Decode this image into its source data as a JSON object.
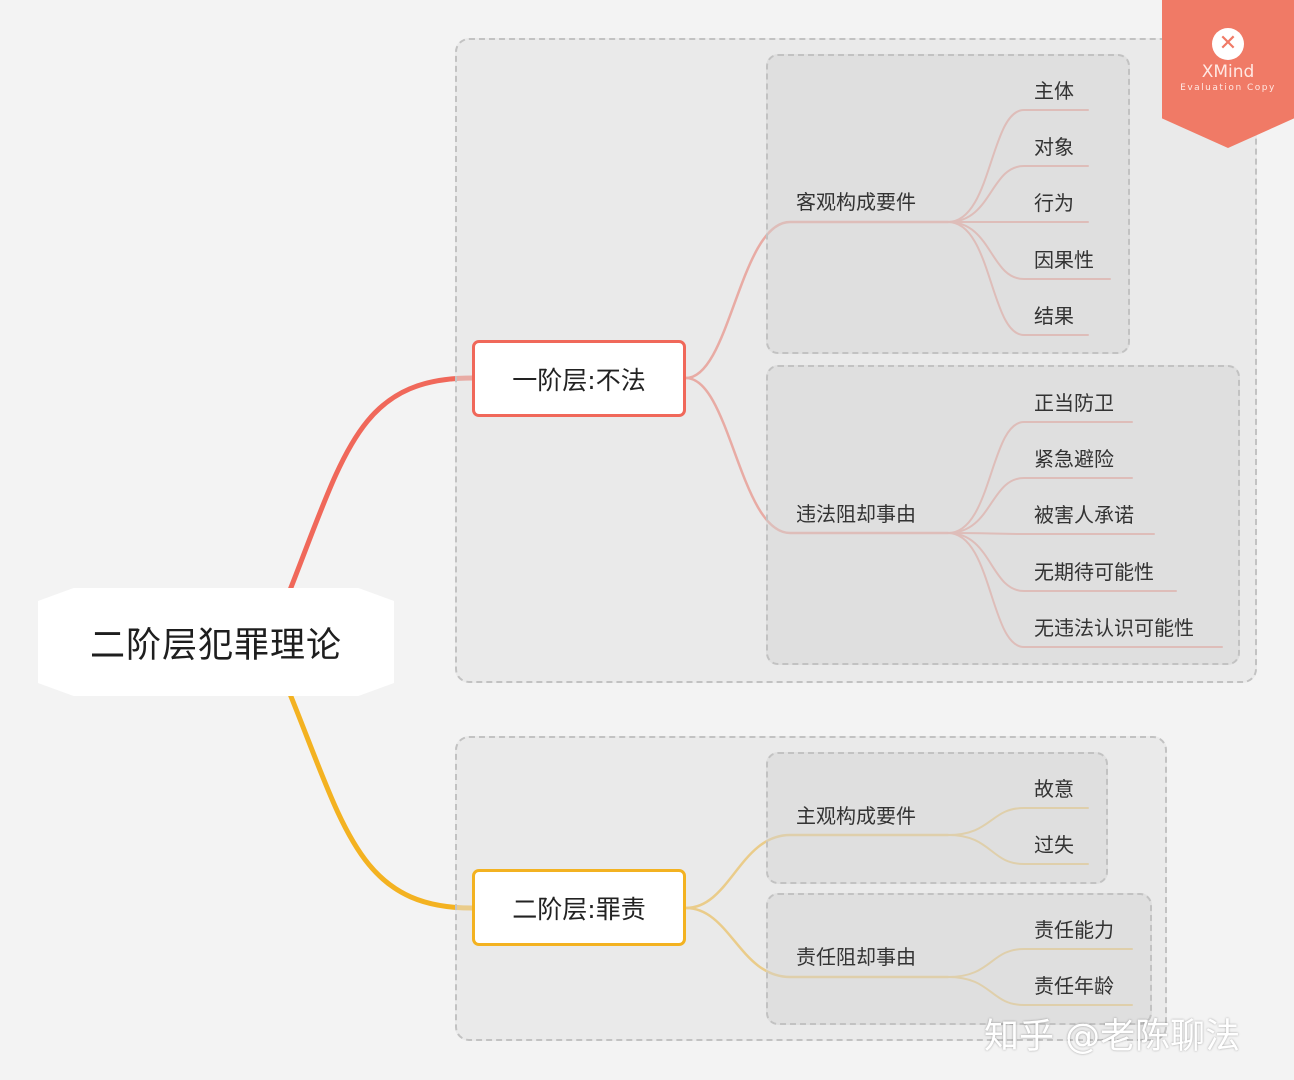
{
  "root": {
    "label": "二阶层犯罪理论"
  },
  "branches": [
    {
      "label": "一阶层:不法",
      "color": "#f0685a",
      "topics": [
        {
          "label": "客观构成要件",
          "leaves": [
            "主体",
            "对象",
            "行为",
            "因果性",
            "结果"
          ]
        },
        {
          "label": "违法阻却事由",
          "leaves": [
            "正当防卫",
            "紧急避险",
            "被害人承诺",
            "无期待可能性",
            "无违法认识可能性"
          ]
        }
      ]
    },
    {
      "label": "二阶层:罪责",
      "color": "#f3b221",
      "topics": [
        {
          "label": "主观构成要件",
          "leaves": [
            "故意",
            "过失"
          ]
        },
        {
          "label": "责任阻却事由",
          "leaves": [
            "责任能力",
            "责任年龄"
          ]
        }
      ]
    }
  ],
  "watermark": {
    "brand": "XMind",
    "subtitle": "Evaluation Copy",
    "icon": "xmind-logo-icon",
    "color": "#f07a66"
  },
  "credit": "知乎 @老陈聊法"
}
